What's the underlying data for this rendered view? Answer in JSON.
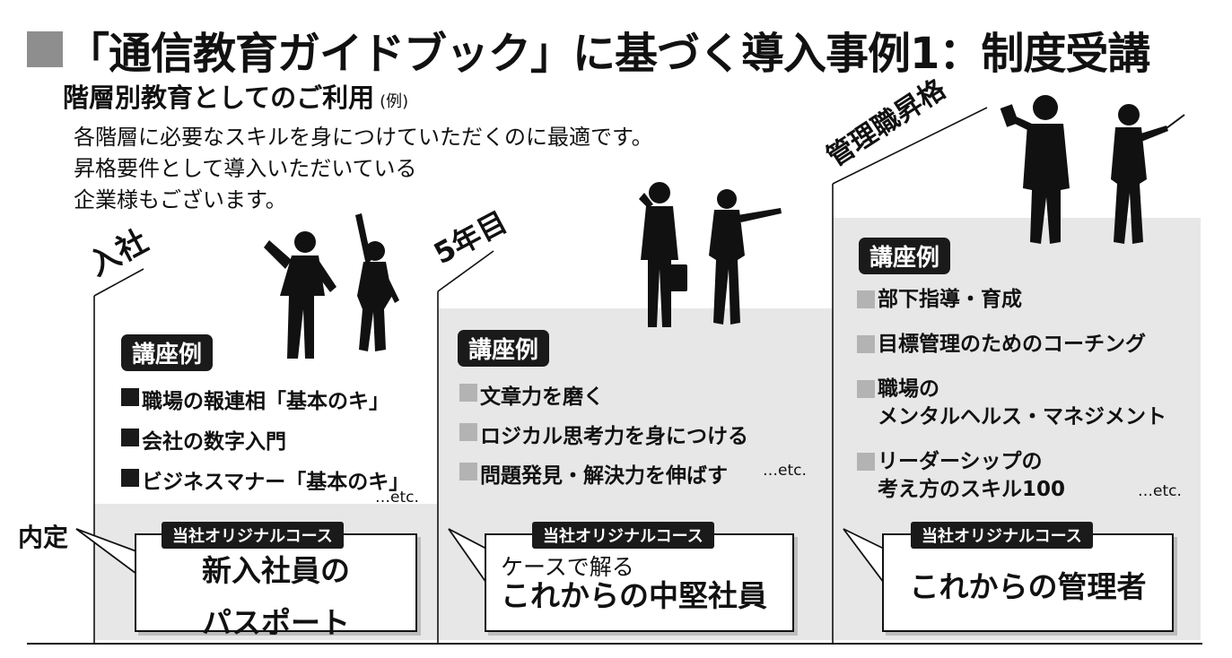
{
  "title": {
    "text": "「通信教育ガイドブック」に基づく導入事例1：制度受講"
  },
  "subtitle": {
    "main": "階層別教育としてのご利用",
    "note": "(例)"
  },
  "intro": {
    "lines": [
      "各階層に必要なスキルを身につけていただくのに最適です。",
      "昇格要件として導入いただいている",
      "企業様もございます。"
    ]
  },
  "naitei": "内定",
  "colors": {
    "dark": "#1a1a1a",
    "band": "#e7e7e7",
    "light_square": "#b3b3b3",
    "title_square": "#8e8e8e"
  },
  "stages": [
    {
      "label": "入社",
      "tag": "講座例",
      "courses": [
        "職場の報連相「基本のキ」",
        "会社の数字入門",
        "ビジネスマナー「基本のキ」"
      ],
      "etc": "…etc.",
      "original_label": "当社オリジナルコース",
      "course_line1": "新入社員の",
      "course_line2": "パスポート",
      "icon": "celebrating-people-icon"
    },
    {
      "label": "5年目",
      "tag": "講座例",
      "courses": [
        "文章力を磨く",
        "ロジカル思考力を身につける",
        "問題発見・解決力を伸ばす"
      ],
      "etc": "…etc.",
      "original_label": "当社オリジナルコース",
      "course_small": "ケースで解る",
      "course_main": "これからの中堅社員",
      "icon": "business-people-icon"
    },
    {
      "label": "管理職昇格",
      "tag": "講座例",
      "courses": [
        {
          "line1": "部下指導・育成"
        },
        {
          "line1": "目標管理のためのコーチング"
        },
        {
          "line1": "職場の",
          "line2": "メンタルヘルス・マネジメント"
        },
        {
          "line1": "リーダーシップの",
          "line2": "考え方のスキル100"
        }
      ],
      "etc": "…etc.",
      "original_label": "当社オリジナルコース",
      "course_main": "これからの管理者",
      "icon": "managers-presenting-icon"
    }
  ]
}
